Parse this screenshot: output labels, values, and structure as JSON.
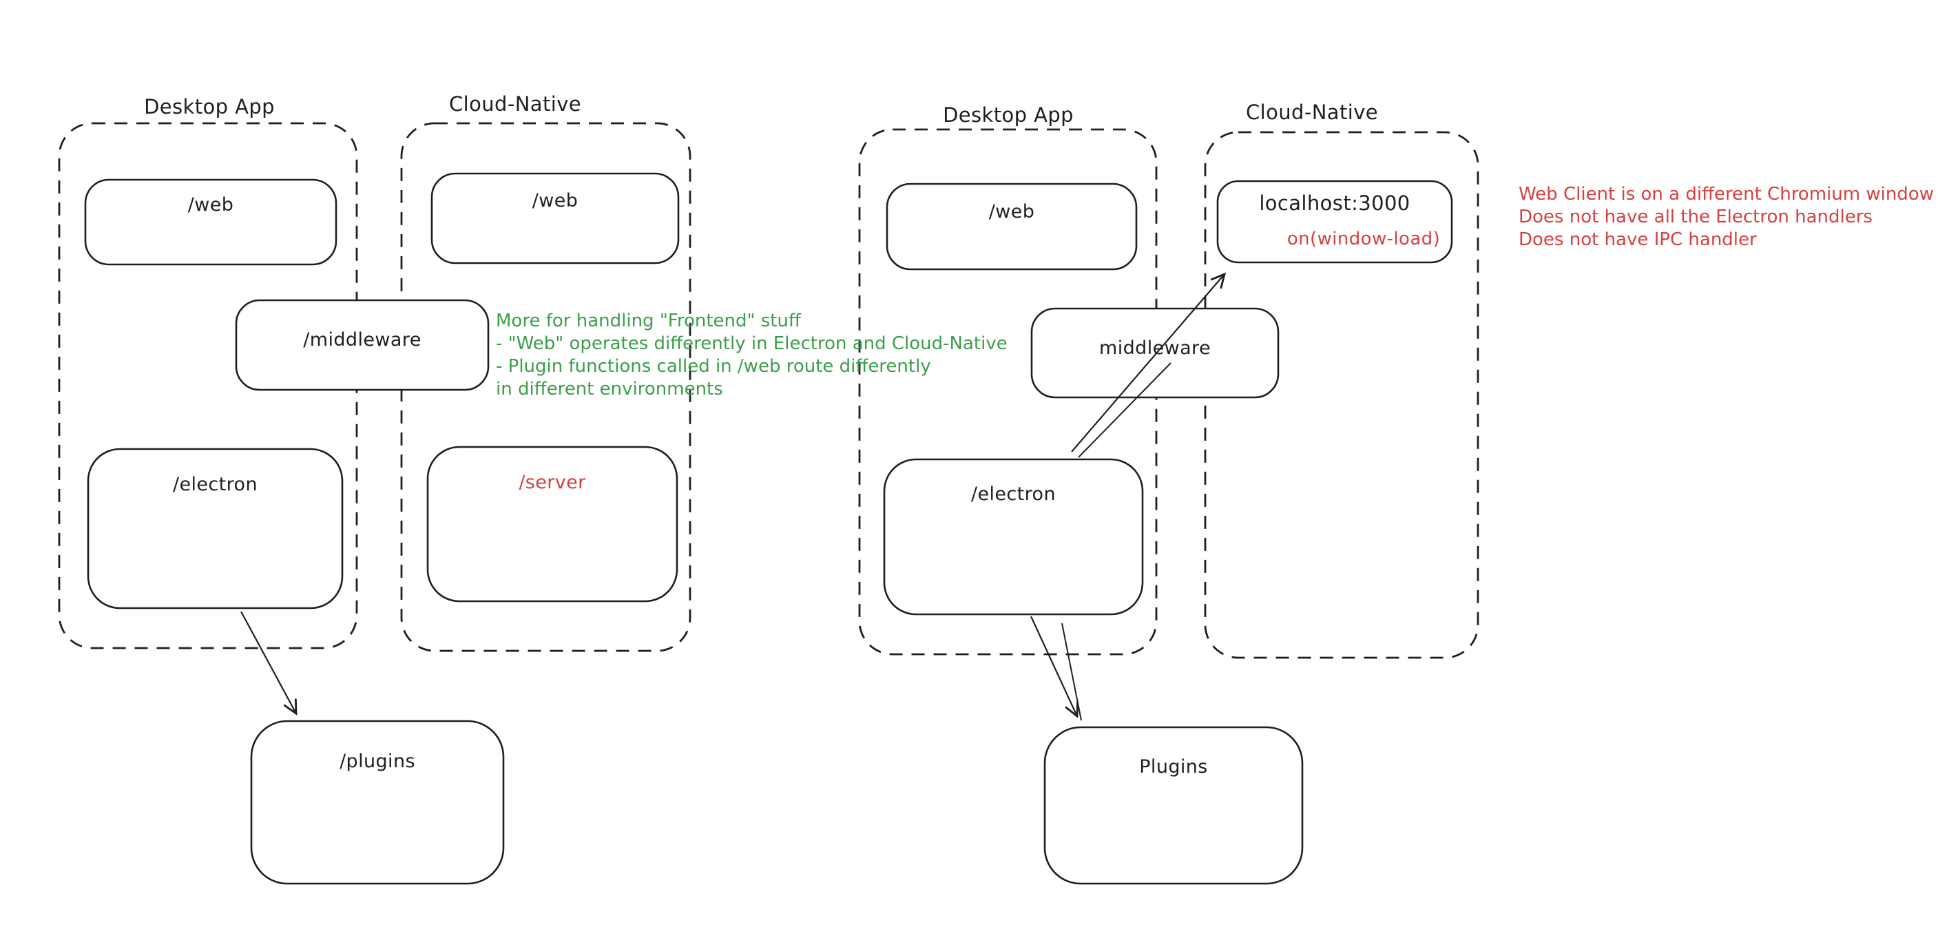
{
  "palette": {
    "ink": "#1f1f1f",
    "green": "#3c9e4b",
    "red": "#d64040",
    "background": "#ffffff"
  },
  "left_diagram": {
    "desktop_group_label": "Desktop App",
    "cloud_group_label": "Cloud-Native",
    "web_desktop_label": "/web",
    "web_cloud_label": "/web",
    "middleware_label": "/middleware",
    "electron_label": "/electron",
    "server_label": "/server",
    "plugins_label": "/plugins"
  },
  "right_diagram": {
    "desktop_group_label": "Desktop App",
    "cloud_group_label": "Cloud-Native",
    "web_label": "/web",
    "localhost_label": "localhost:3000",
    "window_load_label": "on(window-load)",
    "middleware_label": "middleware",
    "electron_label": "/electron",
    "plugins_label": "Plugins"
  },
  "annotations": {
    "frontend_note": {
      "color": "#3c9e4b",
      "lines": [
        "More for handling \"Frontend\" stuff",
        "- \"Web\" operates differently in Electron and Cloud-Native",
        "- Plugin functions called in /web route differently",
        "in different environments"
      ]
    },
    "web_client_note": {
      "color": "#d64040",
      "lines": [
        "Web Client is on a different Chromium window",
        "Does not have all the Electron handlers",
        "Does not have IPC handler"
      ]
    }
  }
}
